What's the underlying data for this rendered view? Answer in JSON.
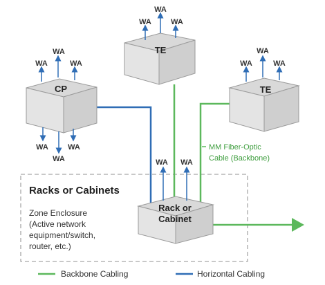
{
  "colors": {
    "backbone": "#5cb85c",
    "horizontal": "#2f6db5",
    "arrow_blue": "#2f6db5",
    "box_face": "#e4e4e4",
    "box_side": "#cfcfcf",
    "box_stroke": "#9a9a9a",
    "dashed": "#a8a8a8"
  },
  "nodes": {
    "te_top": {
      "label": "TE",
      "wa": [
        "WA",
        "WA",
        "WA"
      ]
    },
    "cp": {
      "label": "CP",
      "wa_top": [
        "WA",
        "WA",
        "WA"
      ],
      "wa_bottom": [
        "WA",
        "WA",
        "WA"
      ]
    },
    "te_right": {
      "label": "TE",
      "wa": [
        "WA",
        "WA",
        "WA"
      ]
    },
    "rack": {
      "label_line1": "Rack or",
      "label_line2": "Cabinet",
      "wa": [
        "WA",
        "WA"
      ]
    }
  },
  "zone": {
    "title": "Racks or Cabinets",
    "desc_lines": [
      "Zone Enclosure",
      "(Active network",
      "equipment/switch,",
      "router, etc.)"
    ]
  },
  "annotation": {
    "line1": "MM Fiber-Optic",
    "line2": "Cable (Backbone)"
  },
  "legend": {
    "backbone": "Backbone Cabling",
    "horizontal": "Horizontal Cabling"
  }
}
